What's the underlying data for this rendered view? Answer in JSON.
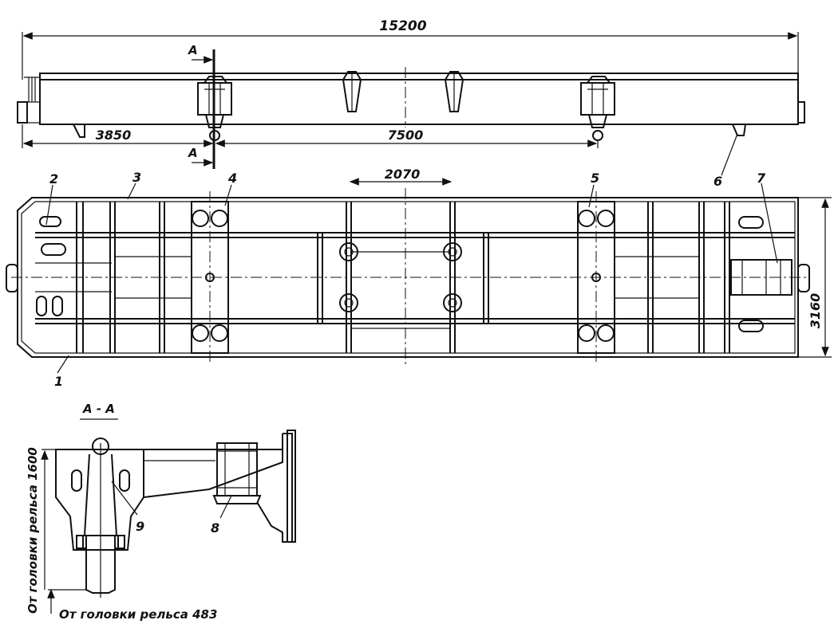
{
  "dimensions": {
    "overall_length": "15200",
    "left_offset": "3850",
    "bogie_base": "7500",
    "center_spacing": "2070",
    "width": "3160",
    "height_label": "От головки рельса 1600",
    "low_label": "От головки рельса 483"
  },
  "section": {
    "mark_upper": "А",
    "mark_lower": "А",
    "title": "А - А"
  },
  "callouts": {
    "c1": "1",
    "c2": "2",
    "c3": "3",
    "c4": "4",
    "c5": "5",
    "c6": "6",
    "c7": "7",
    "c8": "8",
    "c9": "9"
  }
}
